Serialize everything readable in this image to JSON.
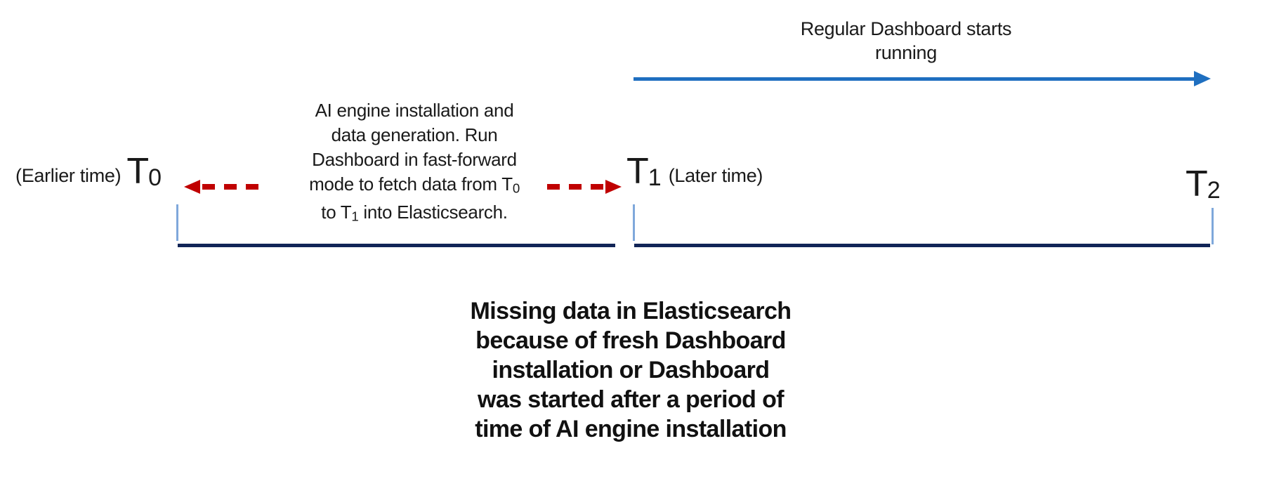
{
  "colors": {
    "red_arrow": "#c00000",
    "blue_arrow": "#1f6fc0",
    "timeline_navy": "#122557",
    "tick_light_blue": "#7fa8db"
  },
  "top_annotation": {
    "label": "Regular Dashboard starts\nrunning"
  },
  "timeline": {
    "t0": {
      "prefix": "(Earlier time)",
      "symbol": "T",
      "sub": "0"
    },
    "t1": {
      "symbol": "T",
      "sub": "1",
      "suffix": "(Later time)"
    },
    "t2": {
      "symbol": "T",
      "sub": "2"
    }
  },
  "middle_note": {
    "lines": [
      {
        "text": "AI engine installation and"
      },
      {
        "text": "data generation. Run"
      },
      {
        "text": "Dashboard in fast-forward"
      },
      {
        "pre": "mode to fetch data from T",
        "sub": "0",
        "post": ""
      },
      {
        "pre": "to T",
        "sub": "1",
        "post": " into Elasticsearch."
      }
    ]
  },
  "bottom_note": {
    "text": "Missing data in Elasticsearch\nbecause of fresh Dashboard\ninstallation or Dashboard\nwas started after a period of\ntime of AI engine installation"
  }
}
